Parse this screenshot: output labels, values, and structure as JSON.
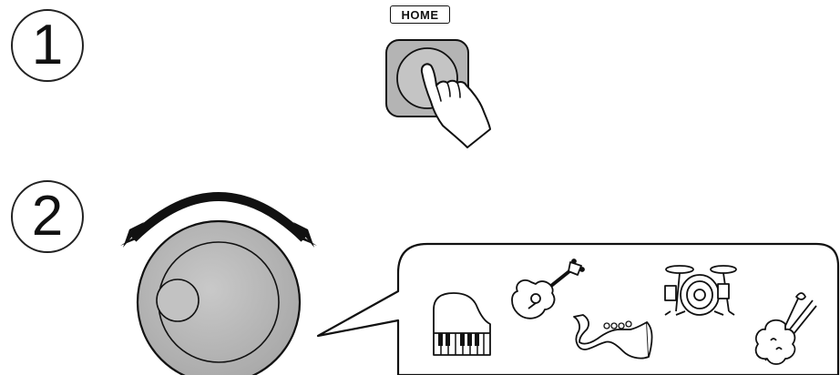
{
  "steps": [
    {
      "number": "1",
      "instruction_icon": "press-home-button"
    },
    {
      "number": "2",
      "instruction_icon": "turn-dial"
    }
  ],
  "home_button": {
    "label": "HOME"
  },
  "instrument_icons": [
    "piano-icon",
    "acoustic-guitar-icon",
    "saxophone-icon",
    "drum-kit-icon",
    "violin-icon"
  ],
  "colors": {
    "line": "#111111",
    "button_gray": "#b4b4b4",
    "dial_gray": "#b8b8b8",
    "background": "#ffffff"
  }
}
